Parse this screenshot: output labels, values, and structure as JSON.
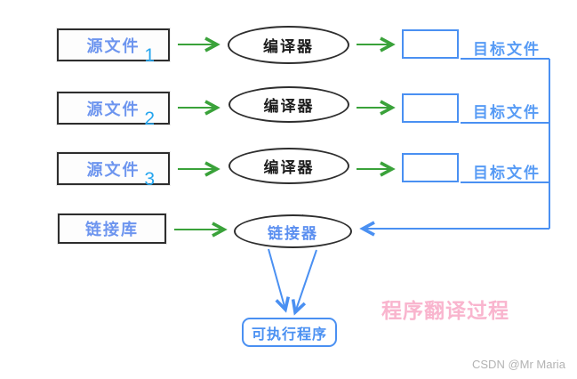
{
  "diagram": {
    "title": "程序翻译过程",
    "watermark": "CSDN @Mr Maria",
    "rows": [
      {
        "source": "源文件",
        "number": "1",
        "process": "编译器",
        "output_label": "目标文件"
      },
      {
        "source": "源文件",
        "number": "2",
        "process": "编译器",
        "output_label": "目标文件"
      },
      {
        "source": "源文件",
        "number": "3",
        "process": "编译器",
        "output_label": "目标文件"
      }
    ],
    "link_row": {
      "source": "链接库",
      "process": "链接器"
    },
    "result": "可执行程序",
    "colors": {
      "box_border": "#2e2e2e",
      "arrow_green": "#3aa23a",
      "diagram_blue": "#4a90f2",
      "source_text_blue": "#6d95ef",
      "number_blue": "#25a5ee",
      "process_text_black": "#1c1c1c",
      "linker_text_blue": "#5b8ff0",
      "title_pink": "#f9b5ce",
      "watermark_gray": "#b3b3b3"
    }
  }
}
